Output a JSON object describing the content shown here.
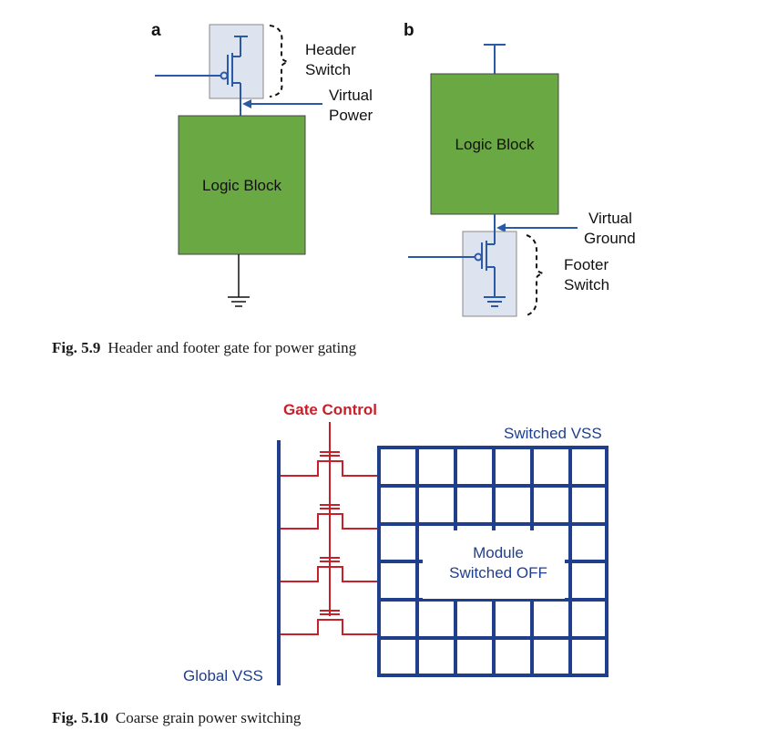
{
  "fig59": {
    "panel_a": {
      "label": "a",
      "header_switch_line1": "Header",
      "header_switch_line2": "Switch",
      "virtual_power_line1": "Virtual",
      "virtual_power_line2": "Power",
      "logic_block": "Logic Block"
    },
    "panel_b": {
      "label": "b",
      "logic_block": "Logic Block",
      "virtual_ground_line1": "Virtual",
      "virtual_ground_line2": "Ground",
      "footer_switch_line1": "Footer",
      "footer_switch_line2": "Switch"
    },
    "caption_num": "Fig. 5.9",
    "caption_text": "Header and footer gate for power gating"
  },
  "fig510": {
    "gate_control": "Gate Control",
    "switched_vss": "Switched VSS",
    "module_line1": "Module",
    "module_line2": "Switched OFF",
    "global_vss": "Global VSS",
    "caption_num": "Fig. 5.10",
    "caption_text": "Coarse grain power switching"
  },
  "colors": {
    "logic_block_fill": "#6aa843",
    "switch_box_fill": "#dde3ef",
    "wire_blue": "#2a5aa6",
    "grid_navy": "#1f3e8c",
    "control_red": "#c8202a"
  }
}
